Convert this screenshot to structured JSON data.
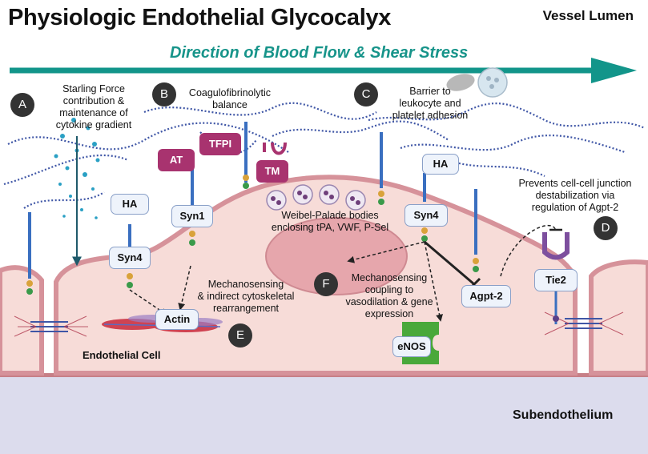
{
  "title": "Physiologic Endothelial Glycocalyx",
  "lumen_label": "Vessel Lumen",
  "flow_label": "Direction of Blood Flow & Shear Stress",
  "subendothelium_label": "Subendothelium",
  "cell_label": "Endothelial Cell",
  "sections": [
    {
      "letter": "A",
      "text": [
        "Starling Force",
        "contribution &",
        "maintenance of",
        "cytokine gradient"
      ]
    },
    {
      "letter": "B",
      "text": [
        "Coagulofibrinolytic",
        "balance"
      ]
    },
    {
      "letter": "C",
      "text": [
        "Barrier to",
        "leukocyte and",
        "platelet adhesion"
      ]
    },
    {
      "letter": "D",
      "text": [
        "Prevents cell-cell junction",
        "destabilization via",
        "regulation of Agpt-2"
      ]
    },
    {
      "letter": "E",
      "text": [
        "Mechanosensing",
        "& indirect cytoskeletal",
        "rearrangement"
      ]
    },
    {
      "letter": "F",
      "text": [
        "Mechanosensing",
        "coupling to",
        "vasodilation & gene",
        "expression"
      ]
    }
  ],
  "molecules": {
    "ha_left": "HA",
    "ha_right": "HA",
    "syn4_left": "Syn4",
    "syn1": "Syn1",
    "syn4_right": "Syn4",
    "at": "AT",
    "tfpi": "TFPI",
    "tm": "TM",
    "actin": "Actin",
    "enos": "eNOS",
    "agpt2": "Agpt-2",
    "tie2": "Tie2"
  },
  "weibel": [
    "Weibel-Palade bodies",
    "enclosing tPA, VWF, P-Sel"
  ],
  "colors": {
    "flow_arrow": "#12958a",
    "cell_fill": "#f7dcd8",
    "membrane": "#d6929a",
    "nucleus": "#e6a6ac",
    "subendothelium": "#dcdced",
    "glycocalyx_chain": "#3f56a6",
    "syndecan": "#3a6fc0",
    "magenta_protein": "#a8336f",
    "enos": "#49a83a",
    "tie2": "#7d4f9e",
    "badge": "#333333"
  }
}
